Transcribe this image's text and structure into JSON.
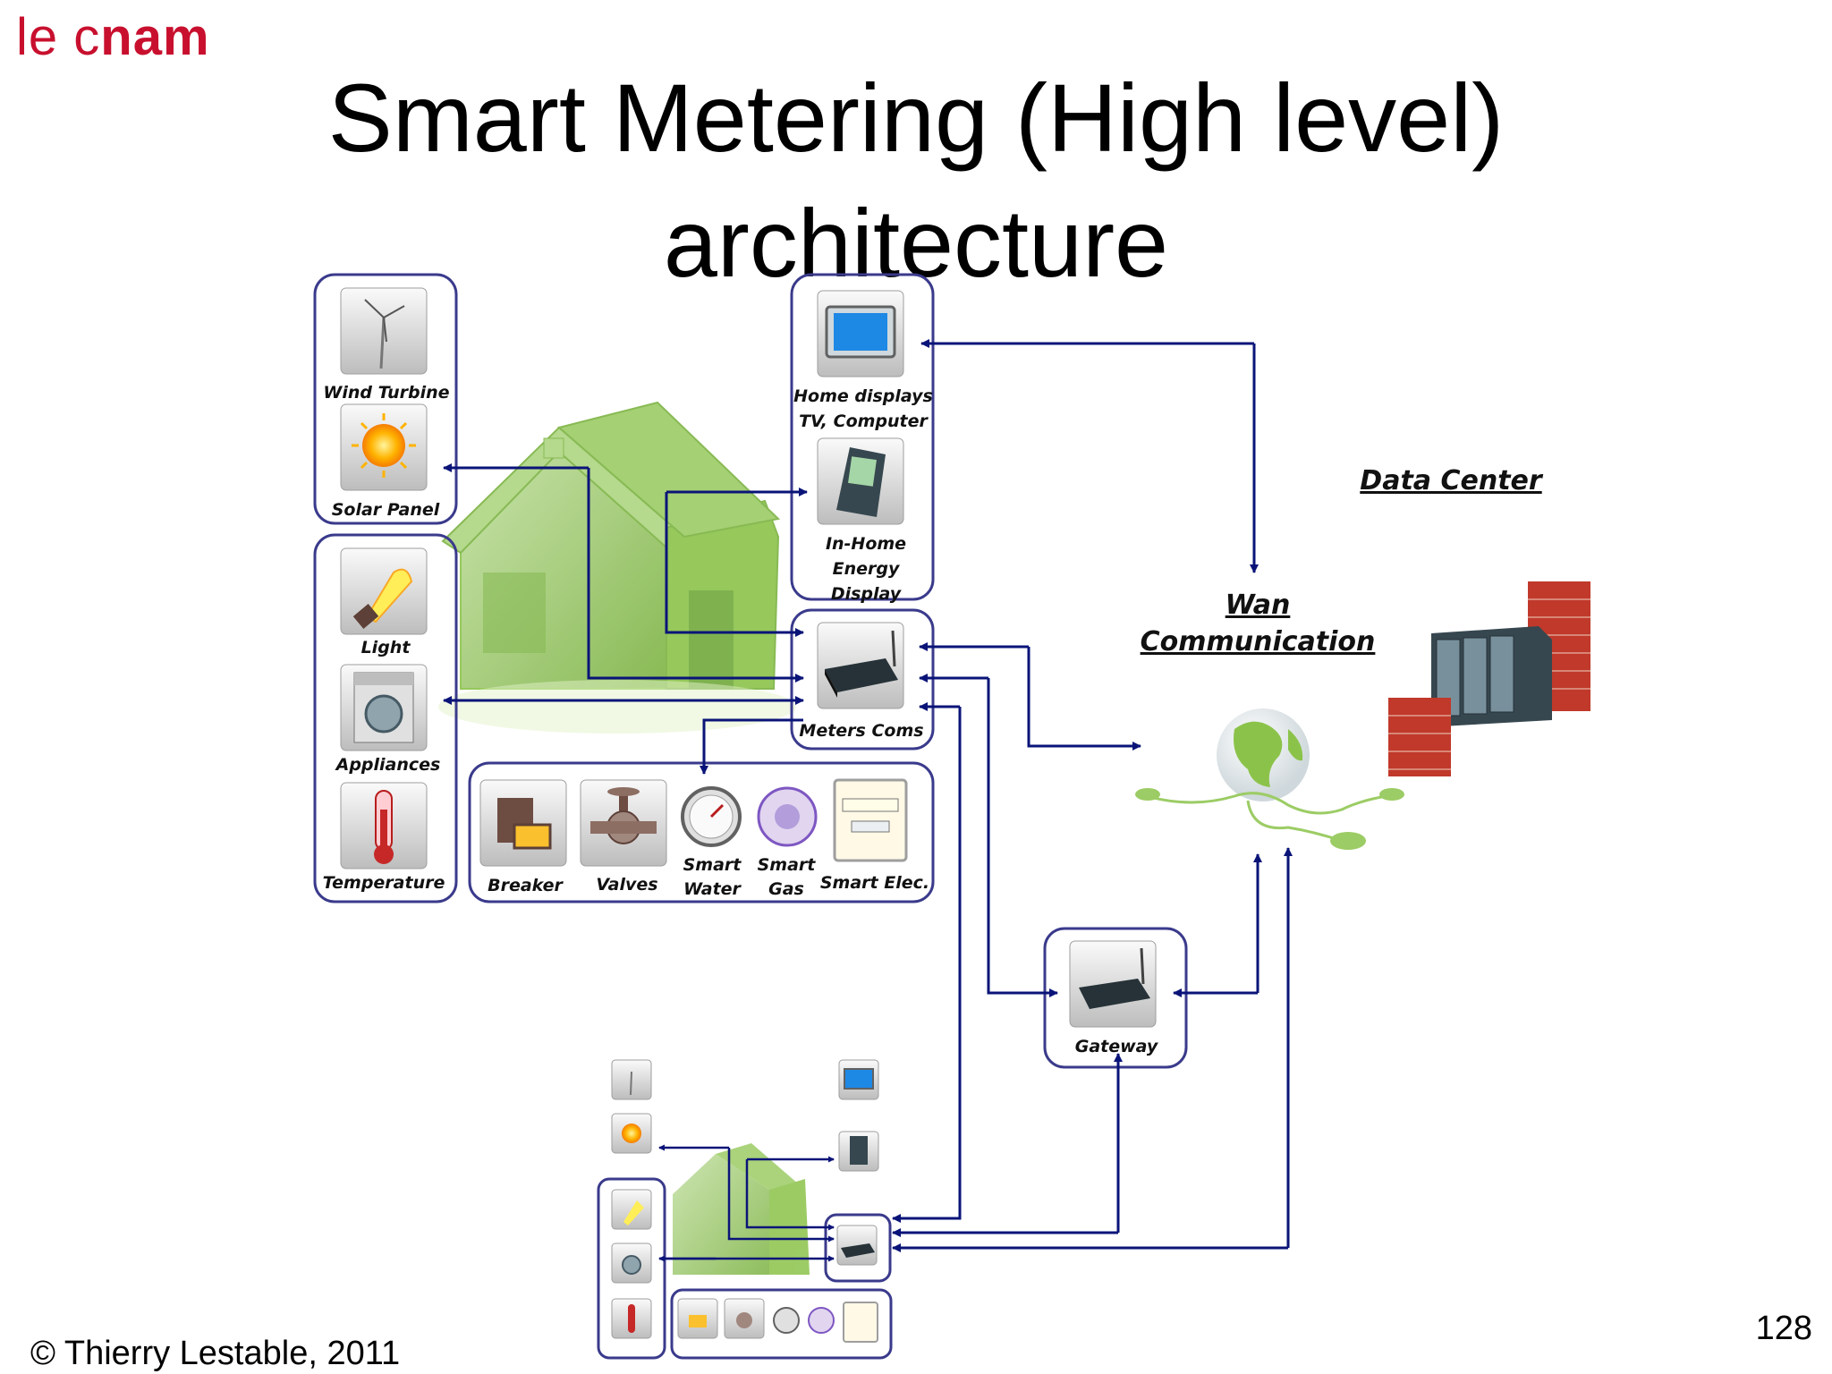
{
  "slide": {
    "logo_light": "le c",
    "logo_bold": "nam",
    "title_line1": "Smart Metering (High level)",
    "title_line2": "architecture",
    "footer": "© Thierry Lestable, 2011",
    "page_number": "128"
  },
  "labels": {
    "wind_turbine": "Wind Turbine",
    "solar_panel": "Solar Panel",
    "home_displays_1": "Home displays",
    "home_displays_2": "TV, Computer",
    "ihd_1": "In-Home",
    "ihd_2": "Energy",
    "ihd_3": "Display",
    "light": "Light",
    "appliances": "Appliances",
    "temperature": "Temperature",
    "meters_coms": "Meters Coms",
    "breaker": "Breaker",
    "valves": "Valves",
    "smart_water_1": "Smart",
    "smart_water_2": "Water",
    "smart_gas_1": "Smart",
    "smart_gas_2": "Gas",
    "smart_elec": "Smart Elec.",
    "gateway": "Gateway",
    "wan_1": "Wan",
    "wan_2": "Communication",
    "data_center": "Data Center"
  },
  "colors": {
    "arrow": "#0a1478",
    "box_border": "#3a3a8c",
    "house": "#9ccc65",
    "logo": "#c8102e"
  }
}
